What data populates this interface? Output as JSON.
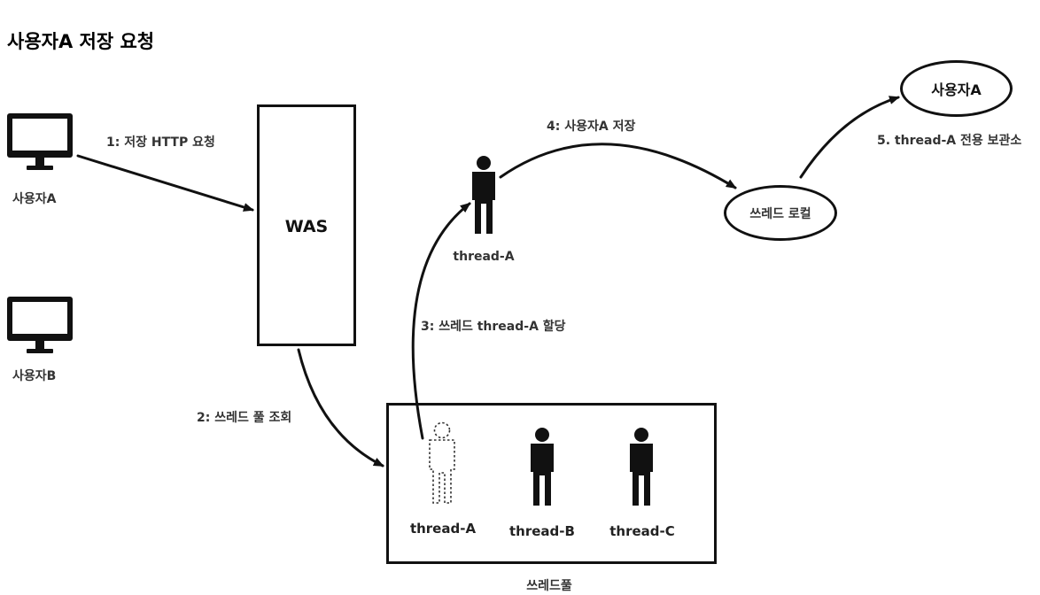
{
  "title": "사용자A 저장 요청",
  "users": [
    {
      "label": "사용자A",
      "icon": "monitor-icon"
    },
    {
      "label": "사용자B",
      "icon": "monitor-icon"
    }
  ],
  "was": {
    "label": "WAS"
  },
  "thread_pool": {
    "label": "쓰레드풀",
    "threads": [
      {
        "label": "thread-A",
        "state": "allocated-dashed"
      },
      {
        "label": "thread-B",
        "state": "idle"
      },
      {
        "label": "thread-C",
        "state": "idle"
      }
    ]
  },
  "active_thread": {
    "label": "thread-A",
    "icon": "person-icon"
  },
  "thread_local": {
    "label": "쓰레드 로컬"
  },
  "stored_user": {
    "label": "사용자A"
  },
  "steps": {
    "step1": "1: 저장 HTTP 요청",
    "step2": "2: 쓰레드 풀 조회",
    "step3": "3: 쓰레드 thread-A 할당",
    "step4": "4: 사용자A 저장",
    "step5": "5. thread-A 전용 보관소"
  }
}
